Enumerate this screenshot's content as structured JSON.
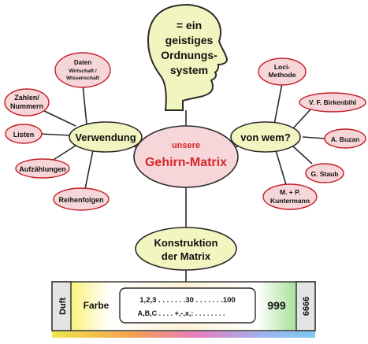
{
  "colors": {
    "yellow_fill": "#f2f5bf",
    "pink_fill": "#f6d6d8",
    "edge_red": "#c41f26",
    "title_red": "#d7262b",
    "line": "#2a2a2a"
  },
  "head": {
    "icon": "human-head-silhouette-icon",
    "lines": [
      "= ein",
      "geistiges",
      "Ordnungs-",
      "system"
    ]
  },
  "center": {
    "small": "unsere",
    "main": "Gehirn-Matrix"
  },
  "hubs": {
    "left": "Verwendung",
    "right": "von wem?",
    "bottom": [
      "Konstruktion",
      "der Matrix"
    ]
  },
  "left_leaves": [
    {
      "lines": [
        "Daten",
        "Wirtschaft /",
        "Wissenschaft"
      ]
    },
    {
      "lines": [
        "Zahlen/",
        "Nummern"
      ]
    },
    {
      "lines": [
        "Listen"
      ]
    },
    {
      "lines": [
        "Aufzählungen"
      ]
    },
    {
      "lines": [
        "Reihenfolgen"
      ]
    }
  ],
  "right_leaves": [
    {
      "lines": [
        "Loci-",
        "Methode"
      ]
    },
    {
      "lines": [
        "V. F. Birkenbihl"
      ]
    },
    {
      "lines": [
        "A. Buzan"
      ]
    },
    {
      "lines": [
        "G. Staub"
      ]
    },
    {
      "lines": [
        "M. + P.",
        "Kuntermann"
      ]
    }
  ],
  "matrix": {
    "left_outer": "Duft",
    "left_inner": "Farbe",
    "row1": "1,2,3 . . . . . . .30 . . . . . . .100",
    "row2": "A,B,C . . . . +,-,x,: . . . . . . . .",
    "right_inner": "999",
    "right_outer": "6666"
  }
}
